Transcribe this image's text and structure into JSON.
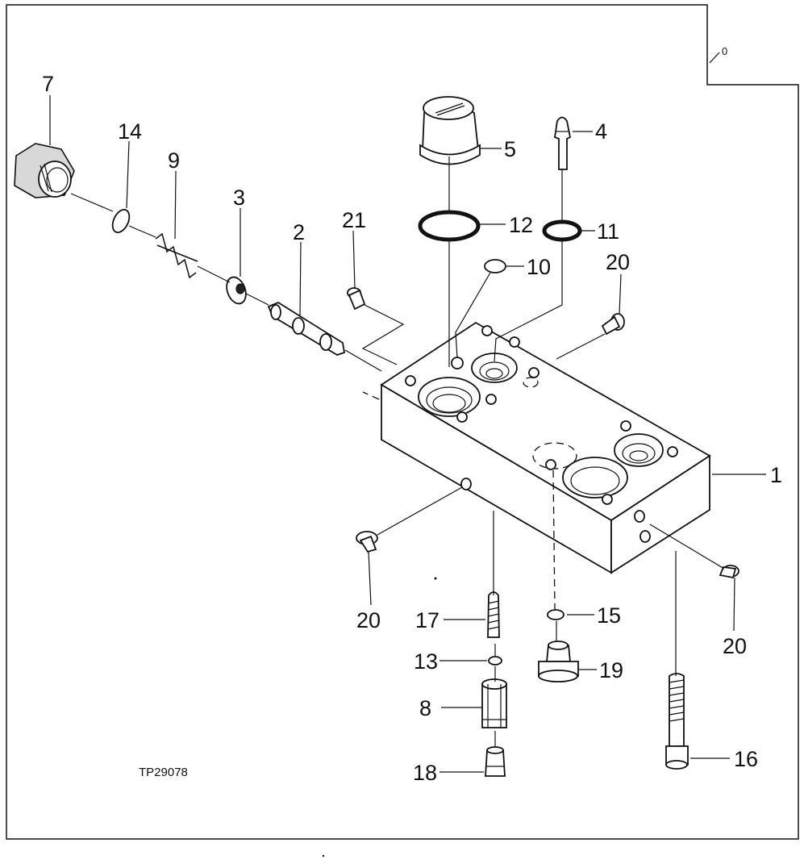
{
  "figure": {
    "reference": "TP29078",
    "corner_mark": "0"
  },
  "callouts": {
    "c1": "1",
    "c2": "2",
    "c3": "3",
    "c4": "4",
    "c5": "5",
    "c7": "7",
    "c8": "8",
    "c9": "9",
    "c10": "10",
    "c11": "11",
    "c12": "12",
    "c13": "13",
    "c14": "14",
    "c15": "15",
    "c16": "16",
    "c17": "17",
    "c18": "18",
    "c19": "19",
    "c20a": "20",
    "c20b": "20",
    "c20c": "20",
    "c21": "21"
  }
}
